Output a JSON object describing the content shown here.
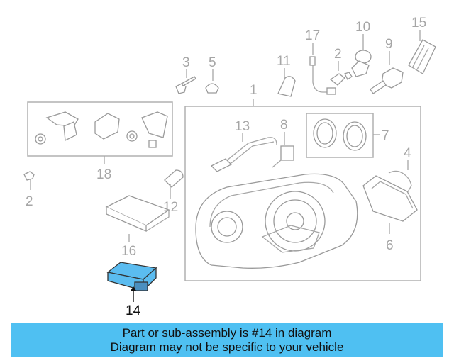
{
  "diagram": {
    "highlight_color": "#5bbcf0",
    "callouts": {
      "p1": "1",
      "p2a": "2",
      "p2b": "2",
      "p3": "3",
      "p4": "4",
      "p5": "5",
      "p6": "6",
      "p7": "7",
      "p8": "8",
      "p9": "9",
      "p10": "10",
      "p11": "11",
      "p12": "12",
      "p13": "13",
      "p14": "14",
      "p15": "15",
      "p16": "16",
      "p17": "17",
      "p18": "18"
    },
    "highlighted_part": "14"
  },
  "banner": {
    "line1": "Part or sub-assembly is #14 in diagram",
    "line2": "Diagram may not be specific to your vehicle",
    "background": "#4fc0f2"
  }
}
